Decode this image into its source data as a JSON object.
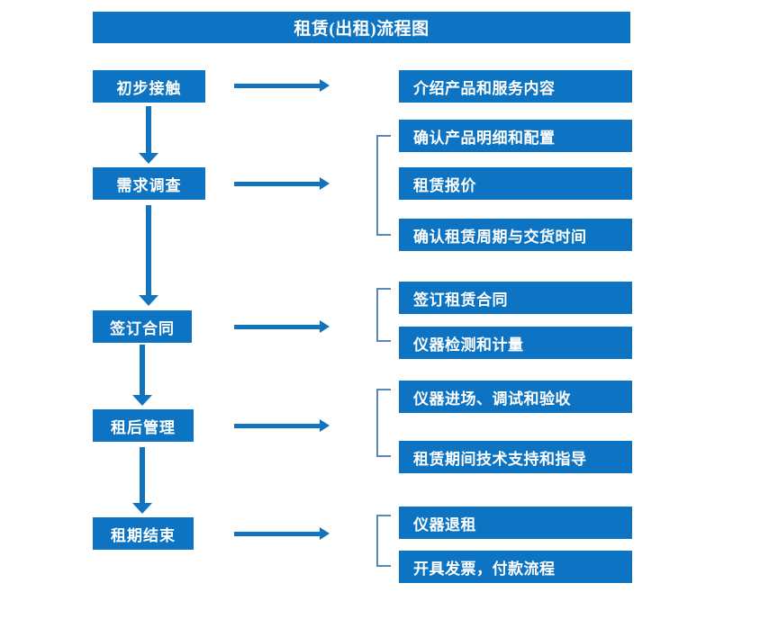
{
  "title": "租赁(出租)流程图",
  "stages": [
    {
      "label": "初步接触"
    },
    {
      "label": "需求调查"
    },
    {
      "label": "签订合同"
    },
    {
      "label": "租后管理"
    },
    {
      "label": "租期结束"
    }
  ],
  "details": [
    {
      "label": "介绍产品和服务内容"
    },
    {
      "label": "确认产品明细和配置"
    },
    {
      "label": "租赁报价"
    },
    {
      "label": "确认租赁周期与交货时间"
    },
    {
      "label": "签订租赁合同"
    },
    {
      "label": "仪器检测和计量"
    },
    {
      "label": "仪器进场、调试和验收"
    },
    {
      "label": "租赁期间技术支持和指导"
    },
    {
      "label": "仪器退租"
    },
    {
      "label": "开具发票，付款流程"
    }
  ],
  "colors": {
    "box_fill": "#0d74c4",
    "box_text": "#ffffff",
    "arrow": "#1273bf",
    "bracket": "#5b87b8",
    "background": "#ffffff"
  }
}
